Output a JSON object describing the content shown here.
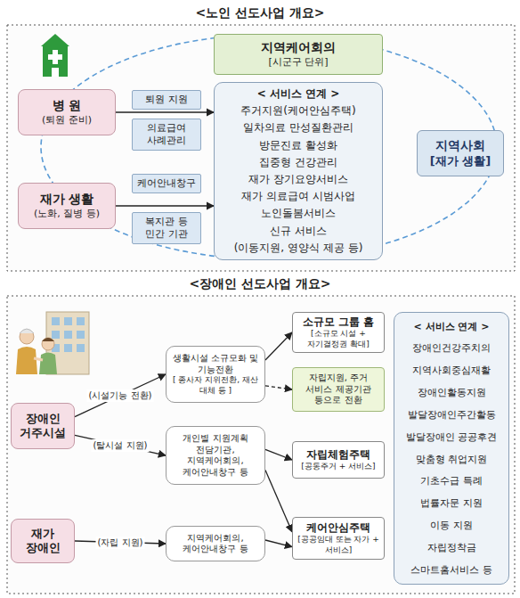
{
  "diagram": {
    "nodes": [
      {
        "text": [
          "병 원",
          "(퇴원 준비)"
        ]
      },
      {
        "text": [
          "재가 생활",
          "(노화, 질병 등)"
        ]
      },
      {
        "text": [
          "퇴원 지원"
        ]
      },
      {
        "text": [
          "의료급여 사례관리"
        ]
      },
      {
        "text": [
          "케어안내창구"
        ]
      },
      {
        "text": [
          "복지관 등 민간 기관"
        ]
      },
      {
        "text": [
          "지역케어회의",
          "[시군구 단위]"
        ]
      },
      {
        "text": [
          "< 서비스 연계 >",
          "주거지원(케어안심주택)",
          "일차의료 만성질환관리",
          "방문진료 활성화",
          "집중형 건강관리",
          "재가 장기요양서비스",
          "재가 의료급여 시범사업",
          "노인돌봄서비스",
          "신규 서비스",
          "(이동지원, 영양식 제공 등)"
        ]
      },
      {
        "text": [
          "지역사회",
          "[재가 생활]"
        ]
      },
      {
        "text": [
          "장애인 거주시설"
        ]
      },
      {
        "text": [
          "생활시설 소규모화 및 기능전환",
          "[ 종사자 지위전환, 재산 대체 등 ]"
        ]
      },
      {
        "text": [
          "개인별 지원계획 전담기관, 지역케어회의, 케어안내창구 등"
        ]
      },
      {
        "text": [
          "재가 장애인"
        ]
      },
      {
        "text": [
          "지역케어회의, 케어안내창구 등"
        ]
      },
      {
        "text": [
          "소규모 그룹 홈",
          "[소규모 시설 + 자기결정권 확대]"
        ]
      },
      {
        "text": [
          "자립지원, 주거 서비스 제공기관 등으로 전환"
        ]
      },
      {
        "text": [
          "자립체험주택",
          "[공동주거 + 서비스]"
        ]
      },
      {
        "text": [
          "케어안심주택",
          "[공공임대 또는 자가 + 서비스]"
        ]
      },
      {
        "text": [
          "< 서비스 연계 >",
          "장애인건강주치의",
          "지역사회중심재활",
          "장애인활동지원",
          "발달장애인주간활동",
          "발달장애인 공공후견",
          "맞춤형 취업지원",
          "기초수급 특례",
          "법률자문 지원",
          "이동 지원",
          "자립정착금",
          "스마트홈서비스 등"
        ]
      }
    ],
    "edges": [
      {
        "from": 0,
        "to": 7,
        "arrow": "to"
      },
      {
        "from": 1,
        "to": 7,
        "arrow": "to"
      },
      {
        "from": 9,
        "to": 10,
        "label": "(시설기능 전환)",
        "arrow": "to"
      },
      {
        "from": 9,
        "to": 11,
        "label": "(탈시설 지원)",
        "arrow": "to"
      },
      {
        "from": 12,
        "to": 13,
        "label": "(자립 지원)",
        "arrow": "to"
      },
      {
        "from": 10,
        "to": 14,
        "arrow": "to"
      },
      {
        "from": 10,
        "to": 15,
        "arrow": "to"
      },
      {
        "from": 11,
        "to": 16,
        "arrow": "to"
      },
      {
        "from": 11,
        "to": 17,
        "arrow": "to"
      },
      {
        "from": 13,
        "to": 17,
        "arrow": "to"
      }
    ],
    "labels": [
      "<노인 선도사업 개요>",
      "<장애인 선도사업 개요>"
    ]
  }
}
